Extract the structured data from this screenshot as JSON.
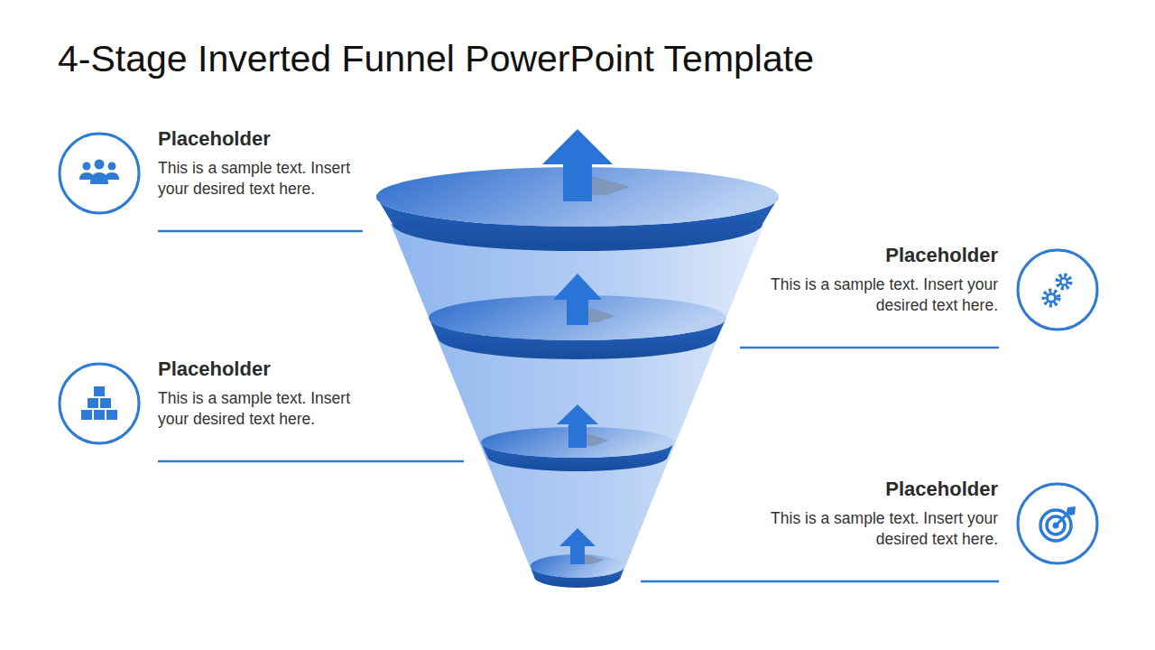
{
  "diagram": {
    "title": "4-Stage Inverted Funnel PowerPoint Template",
    "labels": [
      "Placeholder",
      "This is a sample text. Insert your desired text here.",
      "Placeholder",
      "This is a sample text. Insert your desired text here.",
      "Placeholder",
      "This is a sample text. Insert your desired text here.",
      "Placeholder",
      "This is a sample text. Insert your desired text here."
    ]
  }
}
